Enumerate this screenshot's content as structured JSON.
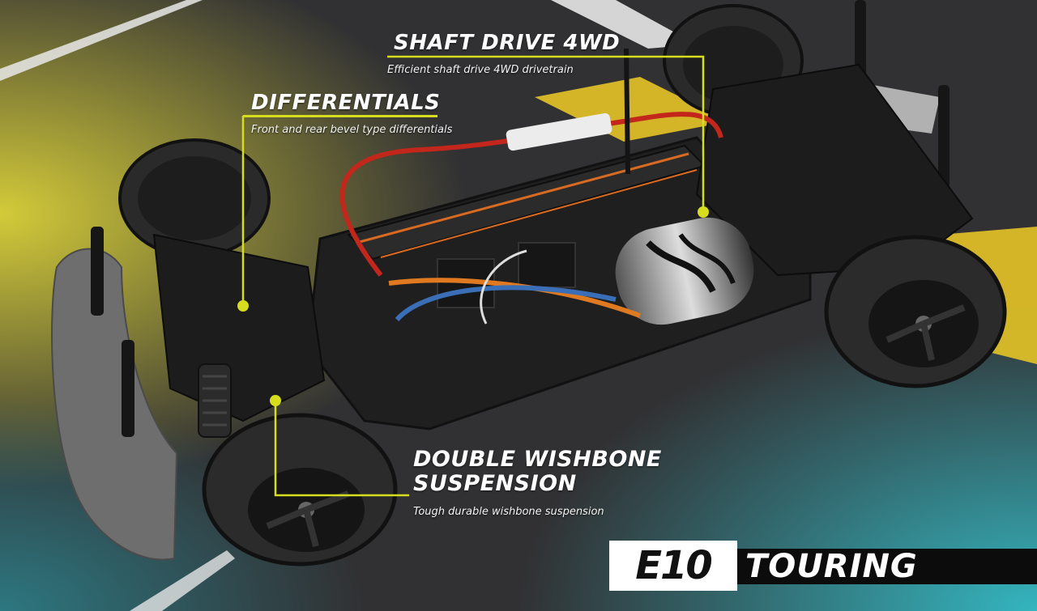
{
  "callouts": {
    "shaft_drive": {
      "title": "SHAFT DRIVE 4WD",
      "desc": "Efficient shaft drive 4WD drivetrain"
    },
    "differentials": {
      "title": "DIFFERENTIALS",
      "desc": "Front and rear bevel type differentials"
    },
    "suspension": {
      "title_line1": "DOUBLE WISHBONE",
      "title_line2": "SUSPENSION",
      "desc": "Tough durable wishbone suspension"
    }
  },
  "logo": {
    "left": "E10",
    "right": "TOURING"
  },
  "colors": {
    "accent": "#d6dd1f",
    "asphalt": "#2f2f31",
    "chassis": "#1b1b1c",
    "teal_glow": "#2fb8c4",
    "yellow_glow": "#e8e23a"
  }
}
